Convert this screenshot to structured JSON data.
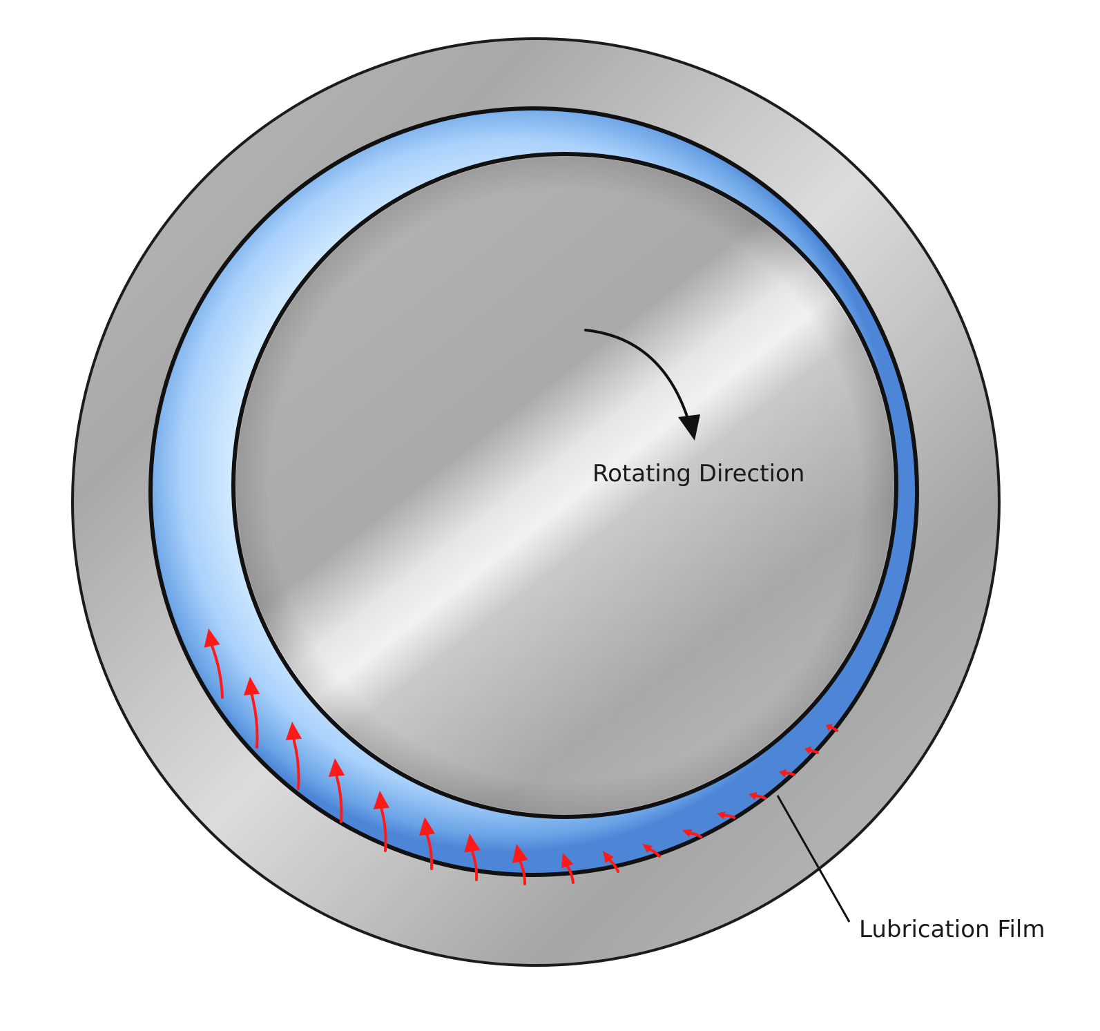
{
  "labels": {
    "rotating_direction": "Rotating Direction",
    "lubrication_film": "Lubrication Film"
  },
  "colors": {
    "outline": "#111111",
    "fluid_light": "#c7e4ff",
    "fluid_dark": "#5b97e0",
    "pressure_arrow": "#ff1a1a",
    "metal_light": "#e4e4e4",
    "metal_dark": "#9a9a9a",
    "background": "#ffffff"
  },
  "icons": {
    "rotation": "curved-arrow-clockwise-icon",
    "pressure": "arrow-up-icon"
  },
  "pressure_arrow_count": 17
}
